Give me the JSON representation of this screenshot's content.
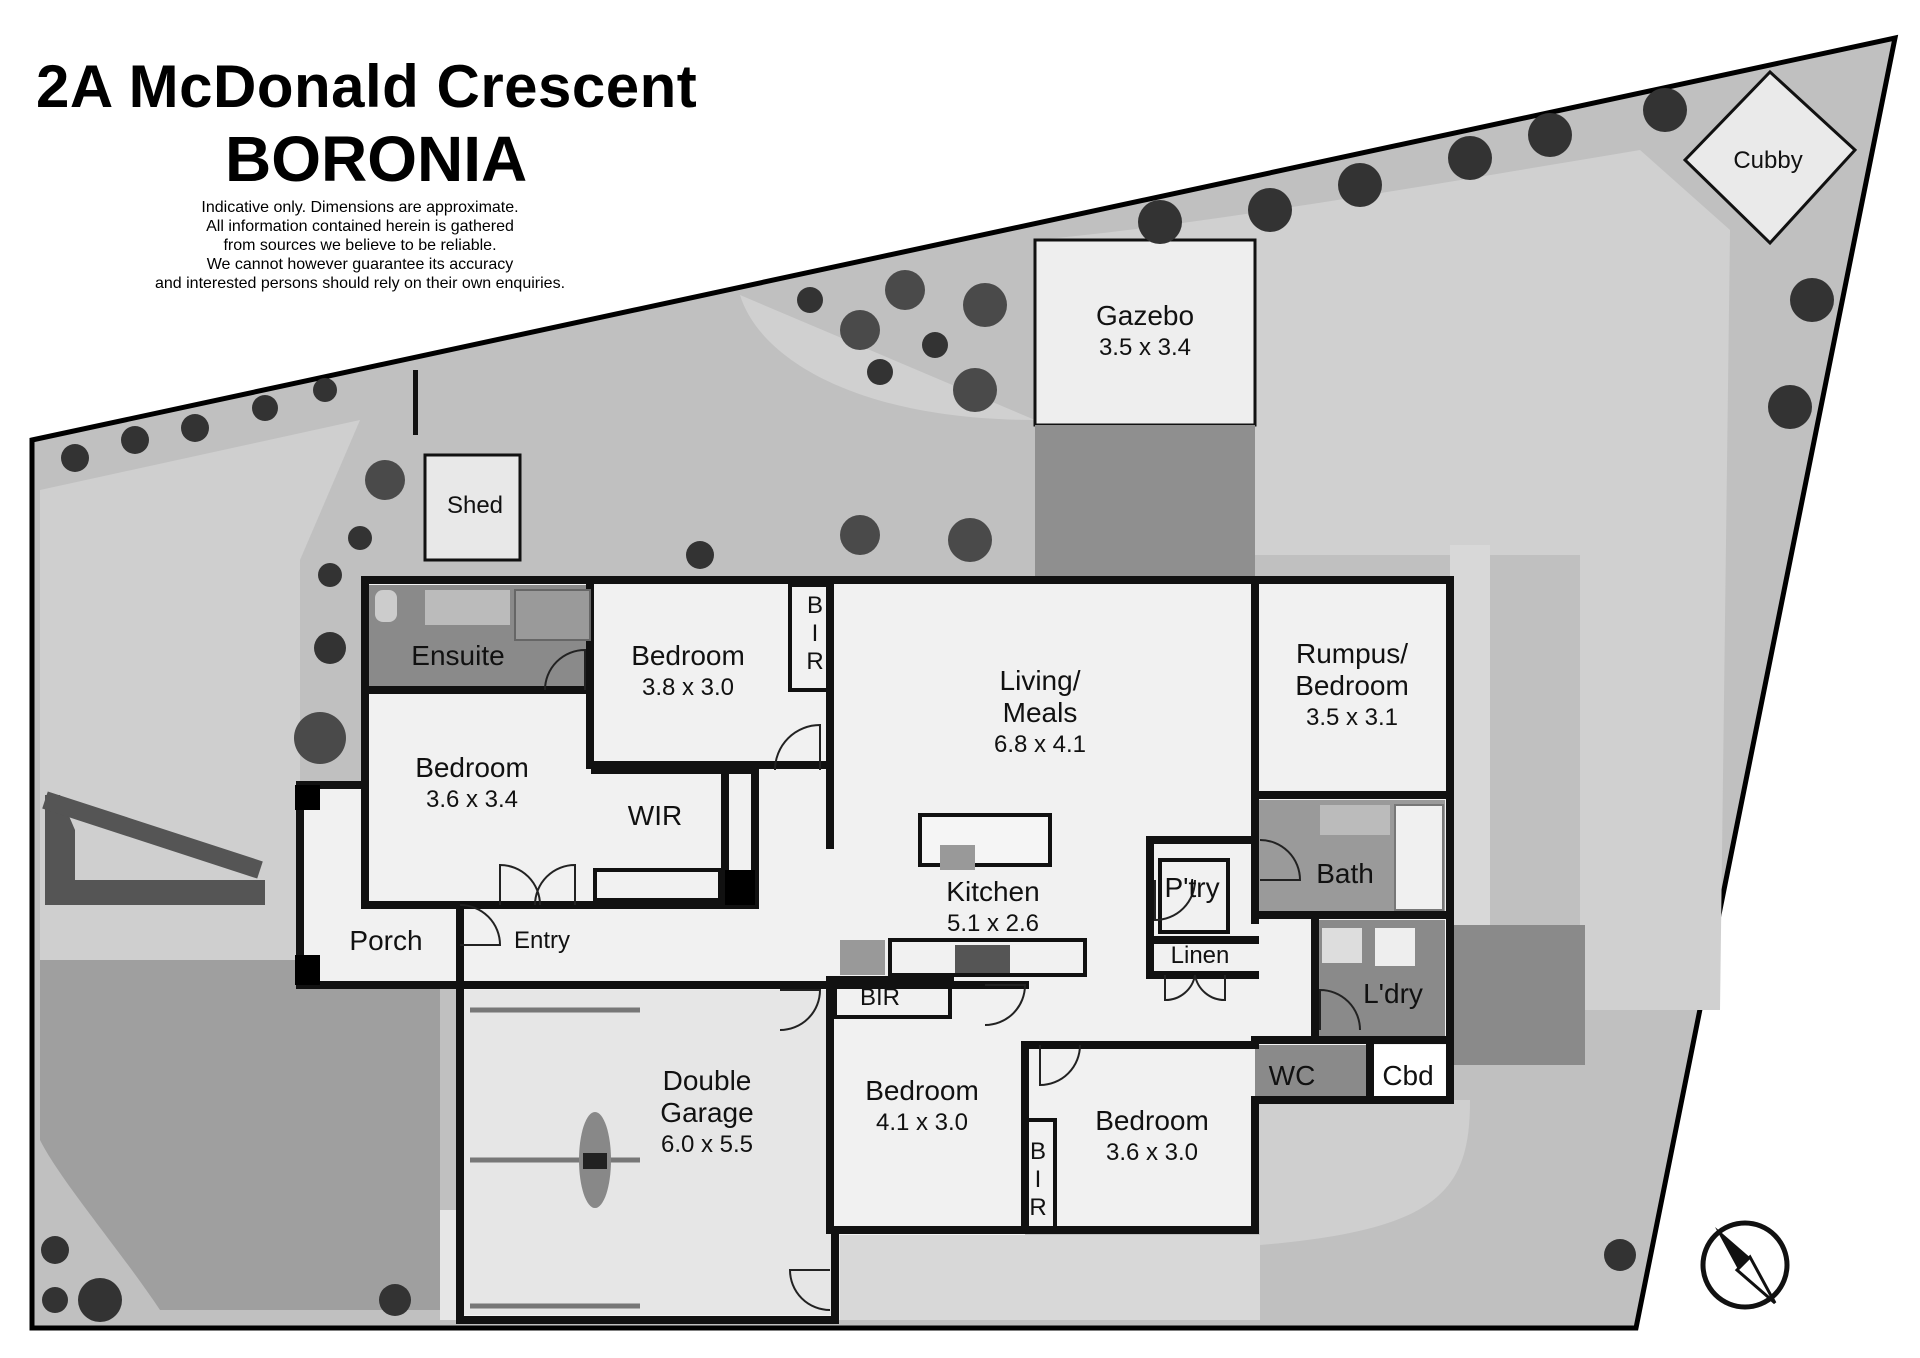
{
  "header": {
    "address": "2A McDonald Crescent",
    "suburb": "BORONIA",
    "disclaimer": [
      "Indicative only. Dimensions are approximate.",
      "All information contained herein is gathered",
      "from sources we believe to be reliable.",
      "We cannot however guarantee its accuracy",
      "and interested persons should rely on their own enquiries."
    ]
  },
  "rooms": {
    "cubby": {
      "name": "Cubby"
    },
    "gazebo": {
      "name": "Gazebo",
      "dims": "3.5 x 3.4"
    },
    "shed": {
      "name": "Shed"
    },
    "ensuite": {
      "name": "Ensuite"
    },
    "bedroom_top": {
      "name": "Bedroom",
      "dims": "3.8 x 3.0"
    },
    "bir_top": {
      "letters": [
        "B",
        "I",
        "R"
      ]
    },
    "living": {
      "name_line1": "Living/",
      "name_line2": "Meals",
      "dims": "6.8 x 4.1"
    },
    "rumpus": {
      "name_line1": "Rumpus/",
      "name_line2": "Bedroom",
      "dims": "3.5 x 3.1"
    },
    "bedroom_main": {
      "name": "Bedroom",
      "dims": "3.6 x 3.4"
    },
    "wir": {
      "name": "WIR"
    },
    "bath": {
      "name": "Bath"
    },
    "pantry": {
      "name": "P'try"
    },
    "kitchen": {
      "name": "Kitchen",
      "dims": "5.1 x 2.6"
    },
    "porch": {
      "name": "Porch"
    },
    "entry": {
      "name": "Entry"
    },
    "linen": {
      "name": "Linen"
    },
    "laundry": {
      "name": "L'dry"
    },
    "bir_mid": {
      "name": "BIR"
    },
    "garage": {
      "name_line1": "Double",
      "name_line2": "Garage",
      "dims": "6.0 x 5.5"
    },
    "bedroom_3": {
      "name": "Bedroom",
      "dims": "4.1 x 3.0"
    },
    "bedroom_4": {
      "name": "Bedroom",
      "dims": "3.6 x 3.0"
    },
    "bir_bottom": {
      "letters": [
        "B",
        "I",
        "R"
      ]
    },
    "wc": {
      "name": "WC"
    },
    "cbd": {
      "name": "Cbd"
    }
  },
  "colors": {
    "yard": "#bdbdbd",
    "path": "#d4d4d4",
    "floor": "#f2f2f2",
    "wet_area": "#8a8a8a",
    "driveway": "#b0b0b0",
    "wall": "#111111",
    "plant": "#3a3a3a"
  },
  "icons": [
    "compass-icon",
    "tree-icon",
    "palm-plant-icon",
    "door-swing-icon",
    "sink-icon",
    "toilet-icon",
    "stove-icon"
  ]
}
